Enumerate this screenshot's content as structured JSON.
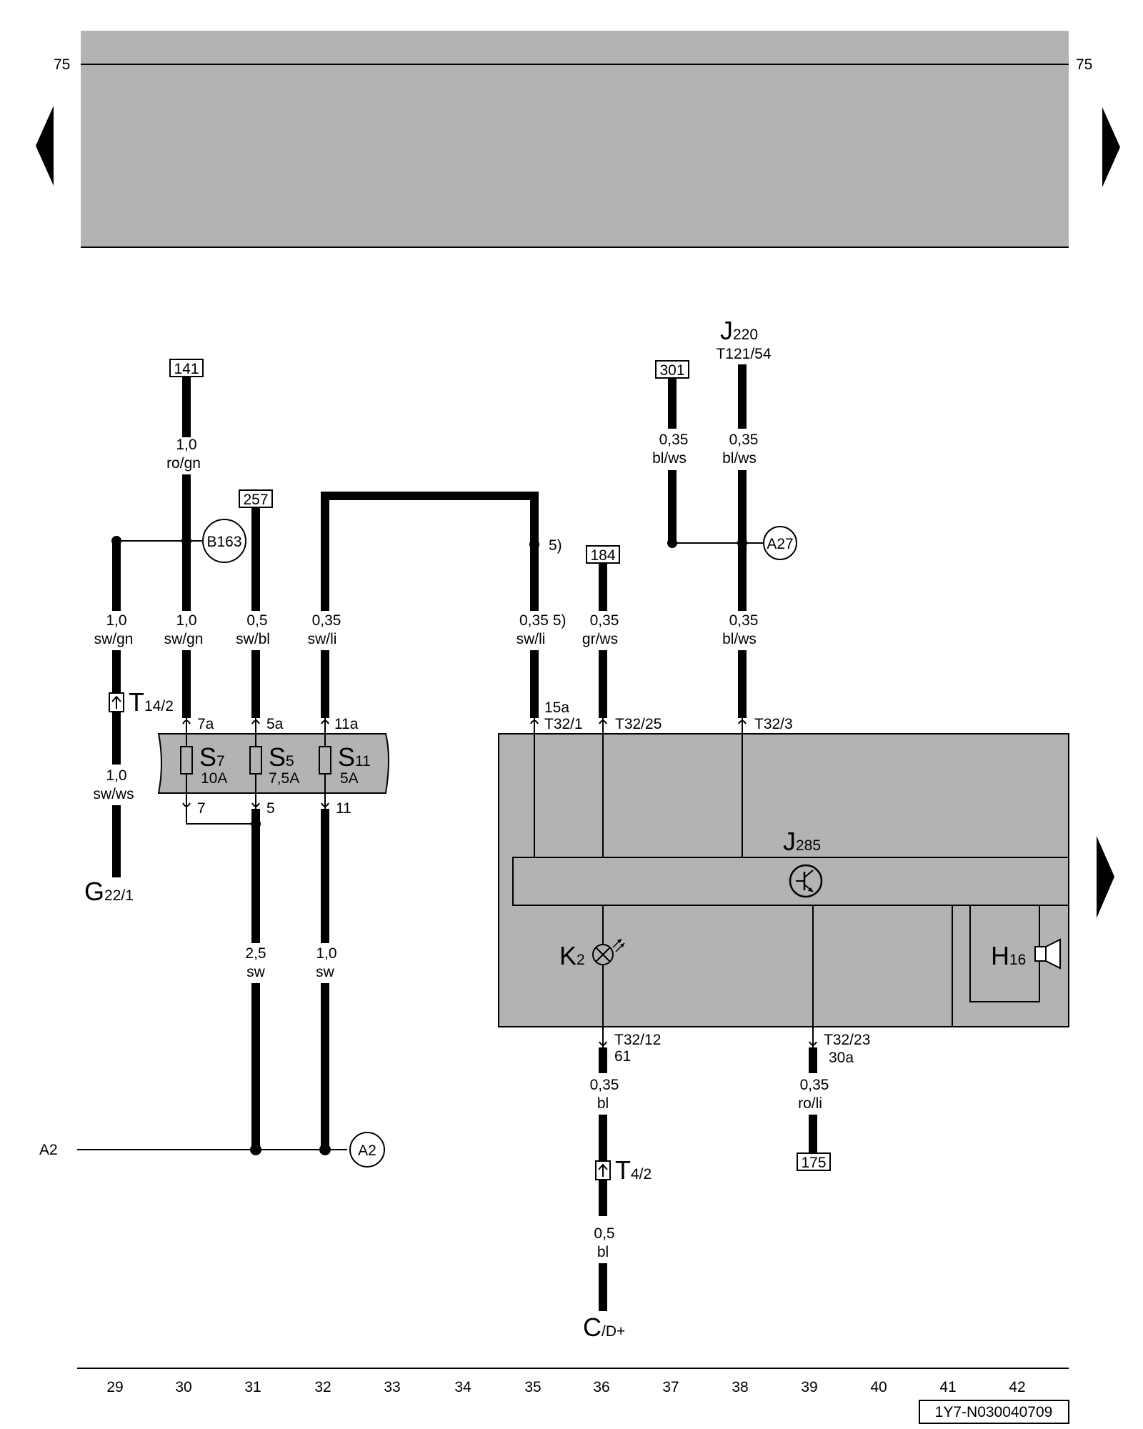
{
  "top_ruler": {
    "left_number": "75",
    "right_number": "75"
  },
  "navigation": {
    "prev_icon": "triangle-left",
    "next_icon": "triangle-right",
    "continue_icon": "triangle-right"
  },
  "references": {
    "r141": "141",
    "r257": "257",
    "r301": "301",
    "r184": "184",
    "r175": "175"
  },
  "connectors": {
    "b163": "B163",
    "a27": "A27",
    "a2": "A2",
    "a2_left": "A2"
  },
  "module_j220": {
    "name": "J",
    "sub": "220",
    "pin": "T121/54"
  },
  "wires": {
    "w141_top": {
      "size": "1,0",
      "color": "ro/gn"
    },
    "w_sw_gn_left": {
      "size": "1,0",
      "color": "sw/gn"
    },
    "w_sw_gn_mid": {
      "size": "1,0",
      "color": "sw/gn"
    },
    "w_sw_bl": {
      "size": "0,5",
      "color": "sw/bl"
    },
    "w_sw_li": {
      "size": "0,35",
      "color": "sw/li"
    },
    "w_sw_li_right": {
      "size": "0,35",
      "note": "5)",
      "color": "sw/li"
    },
    "w_gr_ws": {
      "size": "0,35",
      "color": "gr/ws"
    },
    "w301": {
      "size": "0,35",
      "color": "bl/ws"
    },
    "w_j220": {
      "size": "0,35",
      "color": "bl/ws"
    },
    "w_a27_down": {
      "size": "0,35",
      "color": "bl/ws"
    },
    "w_sw_ws": {
      "size": "1,0",
      "color": "sw/ws"
    },
    "w_sw_25": {
      "size": "2,5",
      "color": "sw"
    },
    "w_sw_10": {
      "size": "1,0",
      "color": "sw"
    },
    "w_bl_035": {
      "size": "0,35",
      "color": "bl"
    },
    "w_bl_05": {
      "size": "0,5",
      "color": "bl"
    },
    "w_ro_li": {
      "size": "0,35",
      "color": "ro/li"
    }
  },
  "splice_note": "5)",
  "connector_t14": {
    "name": "T",
    "sub": "14/2"
  },
  "connector_t4": {
    "name": "T",
    "sub": "4/2"
  },
  "fuse_box": {
    "fuses": [
      {
        "name": "S",
        "sub": "7",
        "rating": "10A",
        "in_pin": "7a",
        "out_pin": "7"
      },
      {
        "name": "S",
        "sub": "5",
        "rating": "7,5A",
        "in_pin": "5a",
        "out_pin": "5"
      },
      {
        "name": "S",
        "sub": "11",
        "rating": "5A",
        "in_pin": "11a",
        "out_pin": "11"
      }
    ]
  },
  "instrument_cluster": {
    "pins_top": [
      {
        "line1": "15a",
        "line2": "T32/1"
      },
      {
        "line1": "",
        "line2": "T32/25"
      },
      {
        "line1": "",
        "line2": "T32/3"
      }
    ],
    "pins_bottom": [
      {
        "line1": "T32/12",
        "line2": "61"
      },
      {
        "line1": "T32/23",
        "line2": "30a"
      }
    ],
    "controller": {
      "name": "J",
      "sub": "285"
    },
    "lamp": {
      "name": "K",
      "sub": "2"
    },
    "buzzer": {
      "name": "H",
      "sub": "16"
    }
  },
  "components": {
    "g22": {
      "name": "G",
      "sub": "22/1"
    },
    "c_d": {
      "name": "C",
      "sub": "/D+"
    }
  },
  "bottom_ruler": {
    "columns": [
      "29",
      "30",
      "31",
      "32",
      "33",
      "34",
      "35",
      "36",
      "37",
      "38",
      "39",
      "40",
      "41",
      "42"
    ]
  },
  "doc_id": "1Y7-N030040709"
}
